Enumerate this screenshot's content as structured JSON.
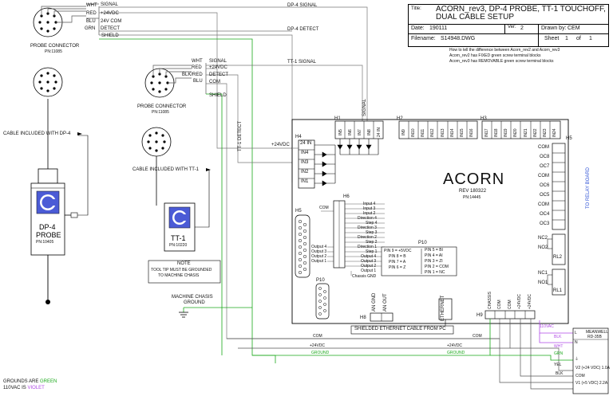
{
  "title_block": {
    "title_label": "Title:",
    "title": "ACORN_rev3, DP-4 PROBE, TT-1 TOUCHOFF, DUAL CABLE SETUP",
    "title_line1": "ACORN_rev3, DP-4 PROBE, TT-1 TOUCHOFF,",
    "title_line2": "DUAL CABLE SETUP",
    "date_label": "Date:",
    "date": "190111",
    "ver_label": "Ver:",
    "ver": "2",
    "drawn_label": "Drawn by:",
    "drawn_by": "CEM",
    "filename_label": "Filename:",
    "filename": "S14948.DWG",
    "sheet_label": "Sheet",
    "sheet": "1",
    "of_label": "of",
    "of_total": "1"
  },
  "notes": [
    "How to tell the difference between Acorn_rev2 and Acorn_rev3",
    "Acorn_rev2 has FIXED green screw terminal blocks",
    "Acorn_rev3 has REMOVABLE green screw terminal blocks"
  ],
  "dp4_connector": {
    "wires": [
      "WHT",
      "RED",
      "BLU",
      "GRN"
    ],
    "signals": [
      "SIGNAL",
      "+24VDC",
      "24V COM",
      "DETECT"
    ],
    "shield": "SHIELD",
    "name": "PROBE CONNECTOR",
    "pn": "PN:11085"
  },
  "tt1_connector": {
    "wires": [
      "WHT",
      "RED",
      "BLK/RED",
      "BLU"
    ],
    "signals": [
      "SIGNAL",
      "+24VDC",
      "DETECT",
      "COM"
    ],
    "shield": "SHIELD",
    "name": "PROBE CONNECTOR",
    "pn": "PN:11085"
  },
  "lines": {
    "dp4_signal": "DP-4 SIGNAL",
    "dp4_detect": "DP-4 DETECT",
    "tt1_signal": "TT-1 SIGNAL",
    "tt1_detect": "TT-1 DETECT",
    "signal": "SIGNAL",
    "plus24": "+24VDC",
    "com": "COM",
    "ground": "GROUND",
    "ethernet_cable": "SHIELDED ETHERNET CABLE FROM PC"
  },
  "cables": {
    "dp4": "CABLE INCLUDED WITH DP-4",
    "tt1": "CABLE INCLUDED WITH TT-1"
  },
  "dp4_probe": {
    "name": "DP-4",
    "type": "PROBE",
    "pn": "PN:10405"
  },
  "tt1_probe": {
    "name": "TT-1",
    "pn": "PN:10220"
  },
  "tt1_note": {
    "heading": "NOTE",
    "line1": "TOOL TIP MUST BE GROUNDED",
    "line2": "TO MACHINE CHASIS"
  },
  "machine_ground": {
    "line1": "MACHINE CHASIS",
    "line2": "GROUND"
  },
  "acorn": {
    "name": "ACORN",
    "rev": "REV 180322",
    "pn": "PN:14445"
  },
  "headers": {
    "h1": "H1",
    "h2": "H2",
    "h3": "H3",
    "h4": "H4",
    "h5": "H5",
    "h6": "H6",
    "h8": "H8",
    "h9": "H9",
    "p10": "P10"
  },
  "h1_pins": [
    "IN5",
    "IN6",
    "IN7",
    "IN8",
    "24 IN"
  ],
  "h2_pins": [
    "IN9",
    "IN10",
    "IN11",
    "IN12",
    "IN13",
    "IN14",
    "IN15",
    "IN16"
  ],
  "h3_pins": [
    "IN17",
    "IN18",
    "IN19",
    "IN20",
    "IN21",
    "IN22",
    "IN23",
    "IN24"
  ],
  "h4_pins": [
    "24 IN",
    "IN4",
    "IN3",
    "IN2",
    "IN1"
  ],
  "h4_plus24": "+24VDC",
  "h5_pins": [
    "COM",
    "OC8",
    "OC7",
    "COM",
    "OC6",
    "OC5",
    "COM",
    "OC4",
    "OC3"
  ],
  "relay_board": "TO RELAY BOARD",
  "relays": [
    "NC2",
    "NO2",
    "RL2",
    "NC1",
    "NO1",
    "RL1"
  ],
  "h6_com": "COM",
  "h6_signals": [
    "Input 4",
    "Input 3",
    "Input 2",
    "Direction 4",
    "Step 4",
    "Direction 3",
    "Step 3",
    "Direction 2",
    "Step 2",
    "Direction 1",
    "Step 1",
    "Output 4",
    "Output 3",
    "Output 2",
    "Output 1"
  ],
  "h6_left_outputs": [
    "Output 4",
    "Output 3",
    "Output 2",
    "Output 1"
  ],
  "chassis_gnd": "Chassis GND",
  "p10_pins": [
    "PIN 9 = +5VDC",
    "PIN 8 = B",
    "PIN 7 = A",
    "PIN 6 = Z",
    "PIN 5 = BI",
    "PIN 4 = AI",
    "PIN 3 = ZI",
    "PIN 2 = COM",
    "PIN 1 = NC"
  ],
  "h8_pins": [
    "AN GND",
    "AN OUT"
  ],
  "ethernet": "ETHERNET",
  "h9_pins": [
    "CHASSIS",
    "COM",
    "COM",
    "+24VDC",
    "+24VDC"
  ],
  "psu": {
    "name": "MEANWELL",
    "model": "RD-35B",
    "vac": "110VAC",
    "terminals": [
      "L",
      "N",
      "⏚",
      "V2 (+24 VDC) 1.0A",
      "COM",
      "V1 (+5 VDC) 2.2A"
    ],
    "wire_colors": [
      "BLK",
      "WHT",
      "GRN",
      "YEL",
      "BLK"
    ]
  },
  "legend": {
    "grounds_prefix": "GROUNDS ARE ",
    "grounds_color": "GREEN",
    "vac_prefix": "110VAC IS ",
    "vac_color": "VIOLET"
  }
}
